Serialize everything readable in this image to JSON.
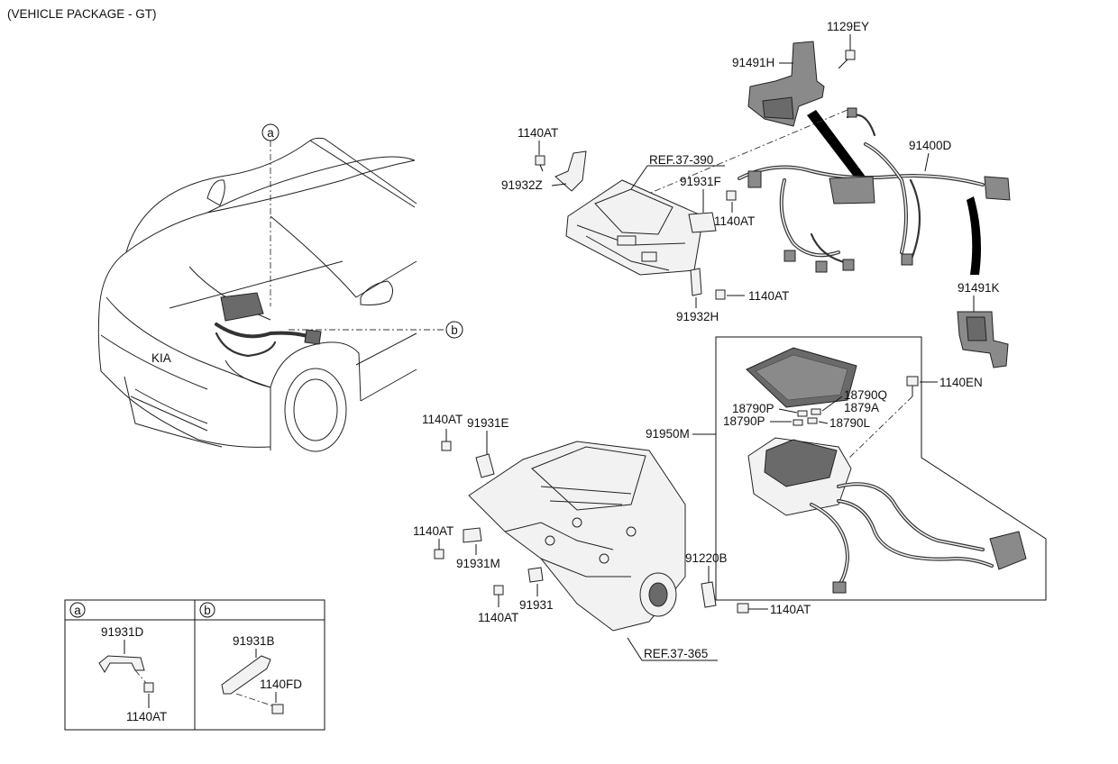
{
  "header": {
    "title": "(VEHICLE PACKAGE - GT)"
  },
  "refs": {
    "r390": "REF.37-390",
    "r365": "REF.37-365"
  },
  "callouts": {
    "a": "a",
    "b": "b"
  },
  "parts": {
    "p1129EY": "1129EY",
    "p91491H": "91491H",
    "p91400D": "91400D",
    "p91491K": "91491K",
    "p1140AT_top": "1140AT",
    "p91932Z": "91932Z",
    "p91931F": "91931F",
    "p1140AT_f": "1140AT",
    "p1140AT_h": "1140AT",
    "p91932H": "91932H",
    "p1140EN": "1140EN",
    "p18790Q": "18790Q",
    "p1879A": "1879A",
    "p18790P_1": "18790P",
    "p18790P_2": "18790P",
    "p18790L": "18790L",
    "p91950M": "91950M",
    "p1140AT_e": "1140AT",
    "p91931E": "91931E",
    "p1140AT_m": "1140AT",
    "p91931M": "91931M",
    "p91220B": "91220B",
    "p1140AT_c": "1140AT",
    "p91931": "91931",
    "p1140AT_b": "1140AT"
  },
  "legend": {
    "a_label": "a",
    "b_label": "b",
    "a_part": "91931D",
    "a_bolt": "1140AT",
    "b_part": "91931B",
    "b_bolt": "1140FD"
  }
}
